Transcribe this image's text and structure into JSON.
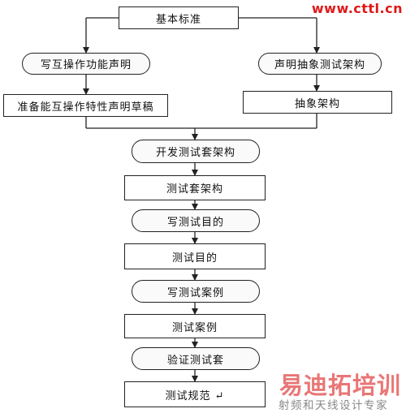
{
  "watermark": {
    "url": "www.cttl.cn",
    "logo": "易迪拓培训",
    "subtitle": "射频和天线设计专家"
  },
  "nodes": {
    "basic_standard": "基本标准",
    "write_interop_statement": "写互操作功能声明",
    "prepare_ics_draft": "准备能互操作特性声明草稿",
    "declare_abstract_test_architecture": "声明抽象测试架构",
    "abstract_architecture": "抽象架构",
    "develop_test_suite_architecture": "开发测试套架构",
    "test_suite_architecture": "测试套架构",
    "write_test_purposes": "写测试目的",
    "test_purposes": "测试目的",
    "write_test_cases": "写测试案例",
    "test_cases": "测试案例",
    "validate_test_suite": "验证测试套",
    "test_specification": "测试规范 ↵"
  },
  "edges": [
    [
      "basic_standard",
      "write_interop_statement"
    ],
    [
      "basic_standard",
      "declare_abstract_test_architecture"
    ],
    [
      "write_interop_statement",
      "prepare_ics_draft"
    ],
    [
      "declare_abstract_test_architecture",
      "abstract_architecture"
    ],
    [
      "prepare_ics_draft",
      "develop_test_suite_architecture"
    ],
    [
      "abstract_architecture",
      "develop_test_suite_architecture"
    ],
    [
      "develop_test_suite_architecture",
      "test_suite_architecture"
    ],
    [
      "test_suite_architecture",
      "write_test_purposes"
    ],
    [
      "write_test_purposes",
      "test_purposes"
    ],
    [
      "test_purposes",
      "write_test_cases"
    ],
    [
      "write_test_cases",
      "test_cases"
    ],
    [
      "test_cases",
      "validate_test_suite"
    ],
    [
      "validate_test_suite",
      "test_specification"
    ]
  ]
}
